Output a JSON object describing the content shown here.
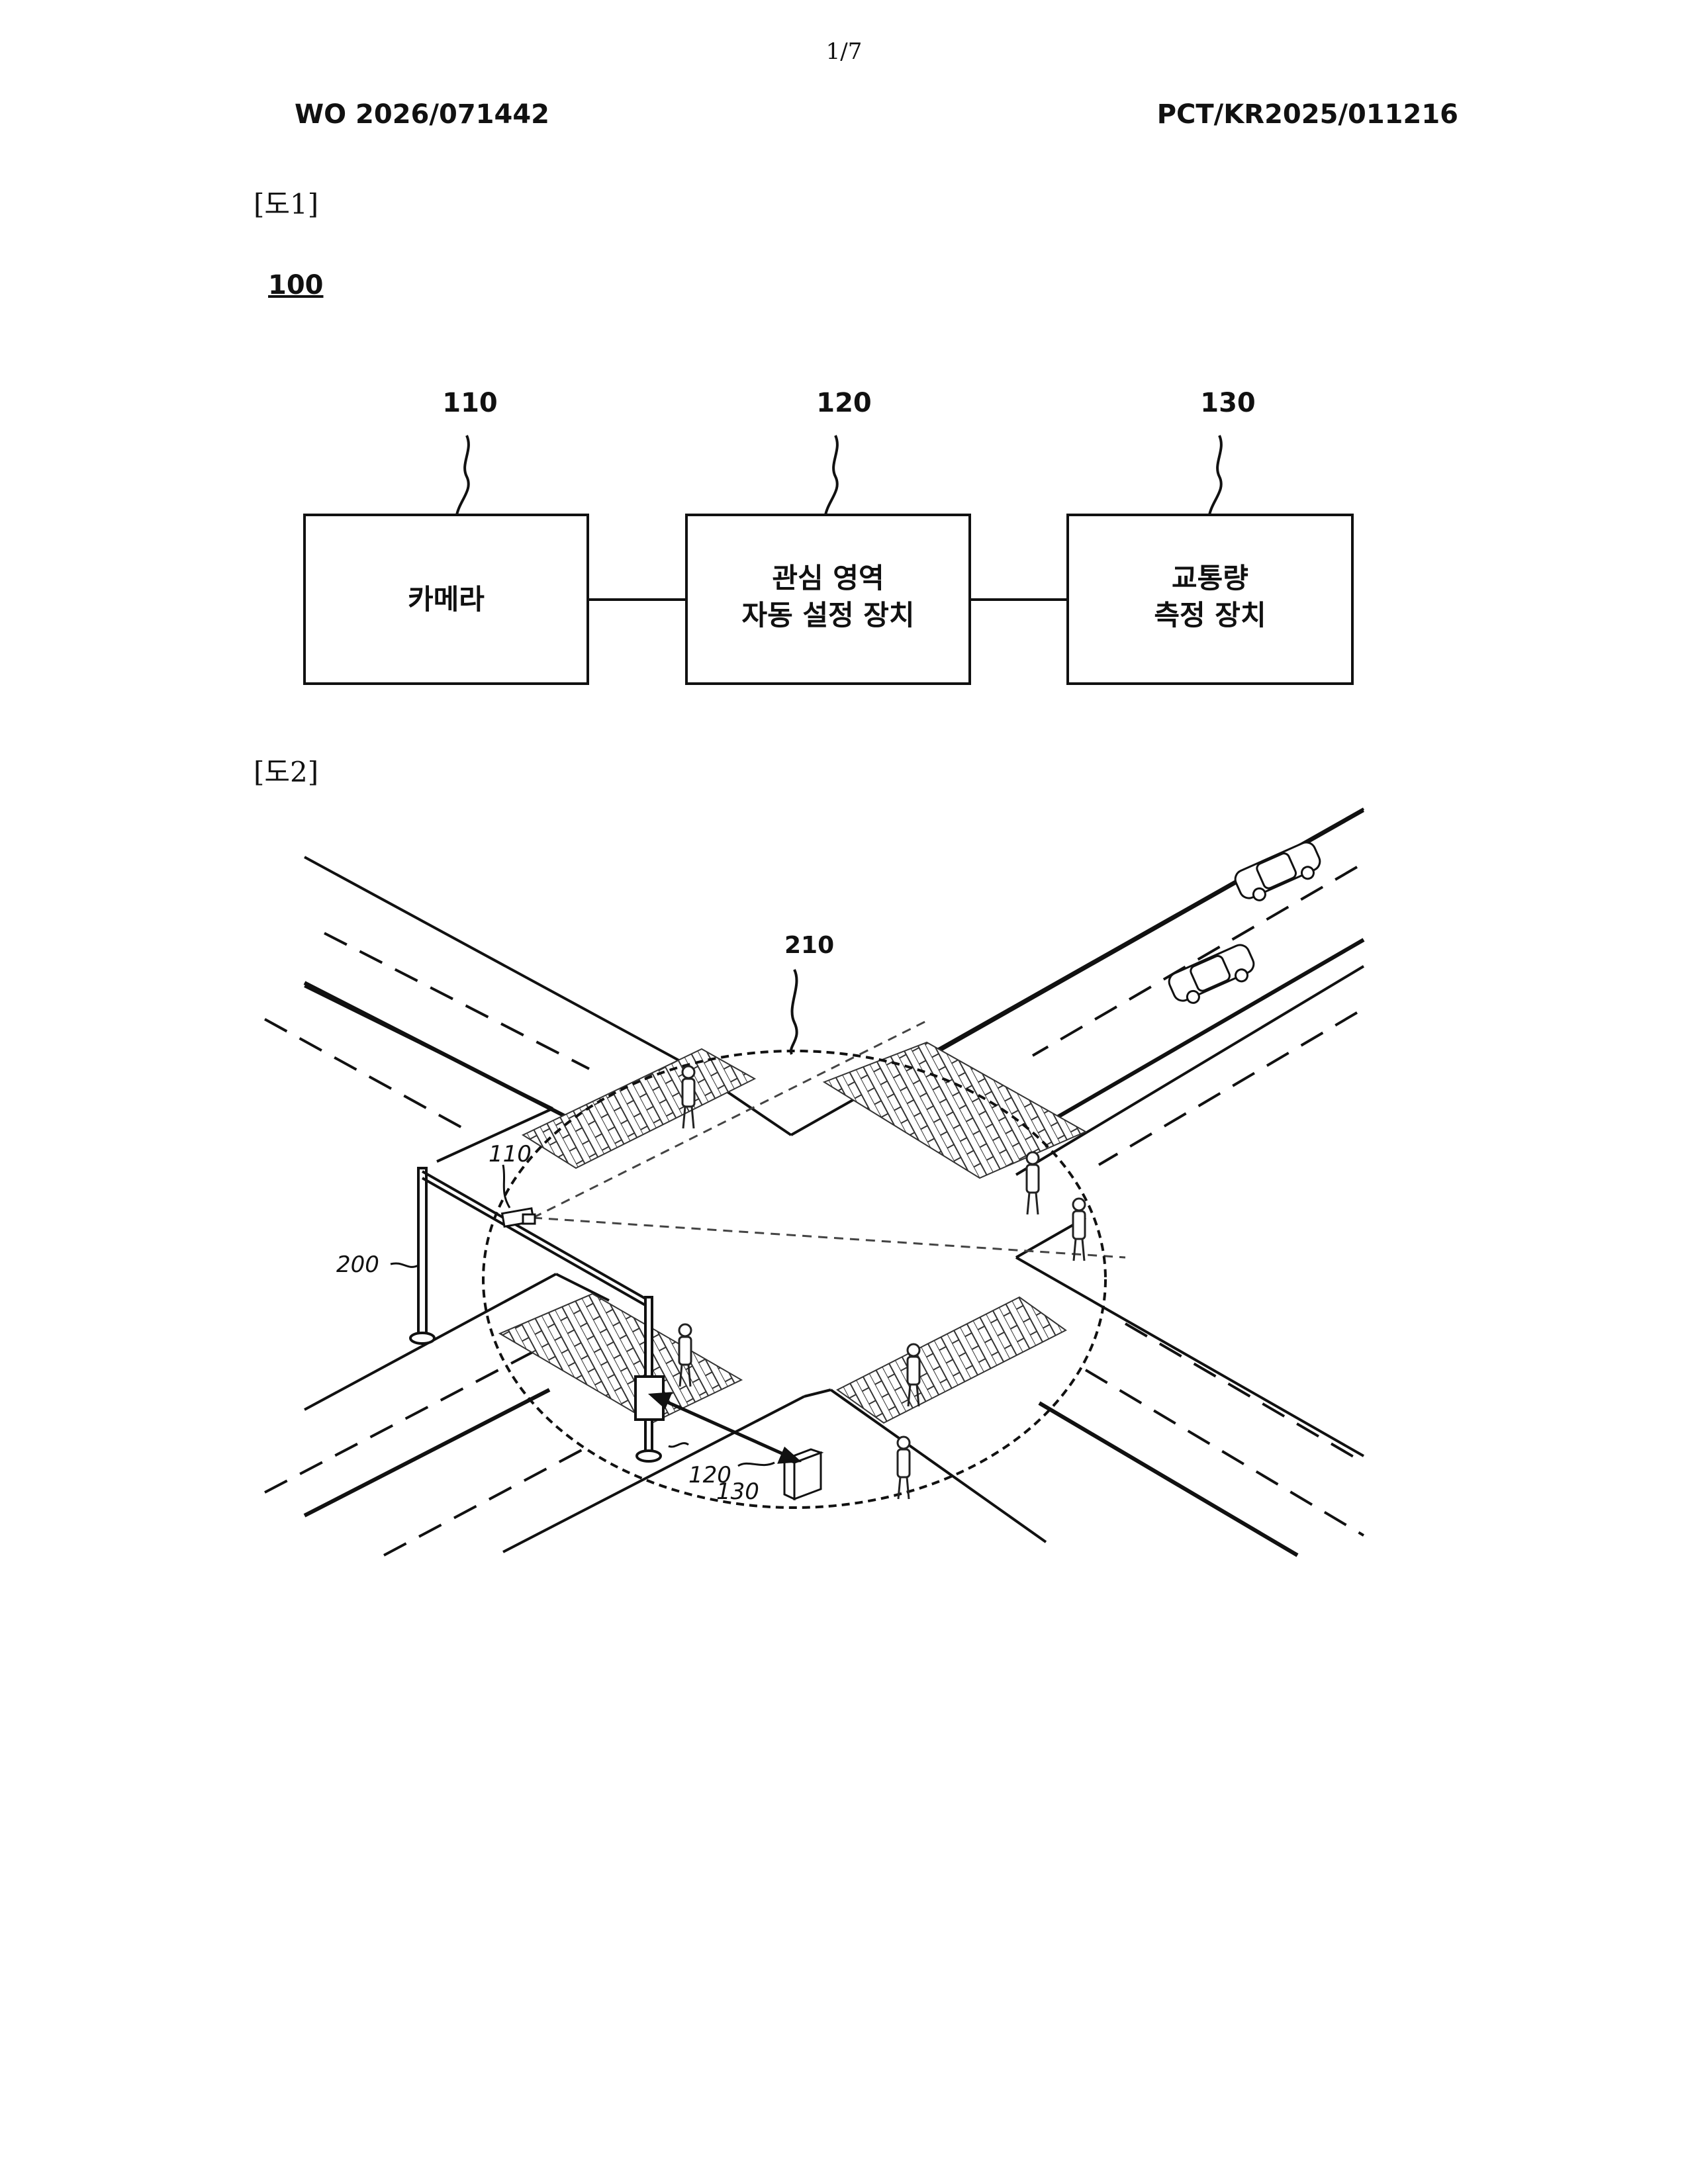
{
  "header": {
    "page_number": "1/7",
    "publication_number": "WO 2026/071442",
    "application_number": "PCT/KR2025/011216"
  },
  "figure1": {
    "label": "[도1]",
    "system_ref": "100",
    "blocks": [
      {
        "ref": "110",
        "line1": "카메라",
        "line2": ""
      },
      {
        "ref": "120",
        "line1": "관심 영역",
        "line2": "자동 설정 장치"
      },
      {
        "ref": "130",
        "line1": "교통량",
        "line2": "측정 장치"
      }
    ]
  },
  "figure2": {
    "label": "[도2]",
    "refs": {
      "roi": "210",
      "camera": "110",
      "pole": "200",
      "roi_device": "120",
      "traffic_device": "130"
    }
  }
}
